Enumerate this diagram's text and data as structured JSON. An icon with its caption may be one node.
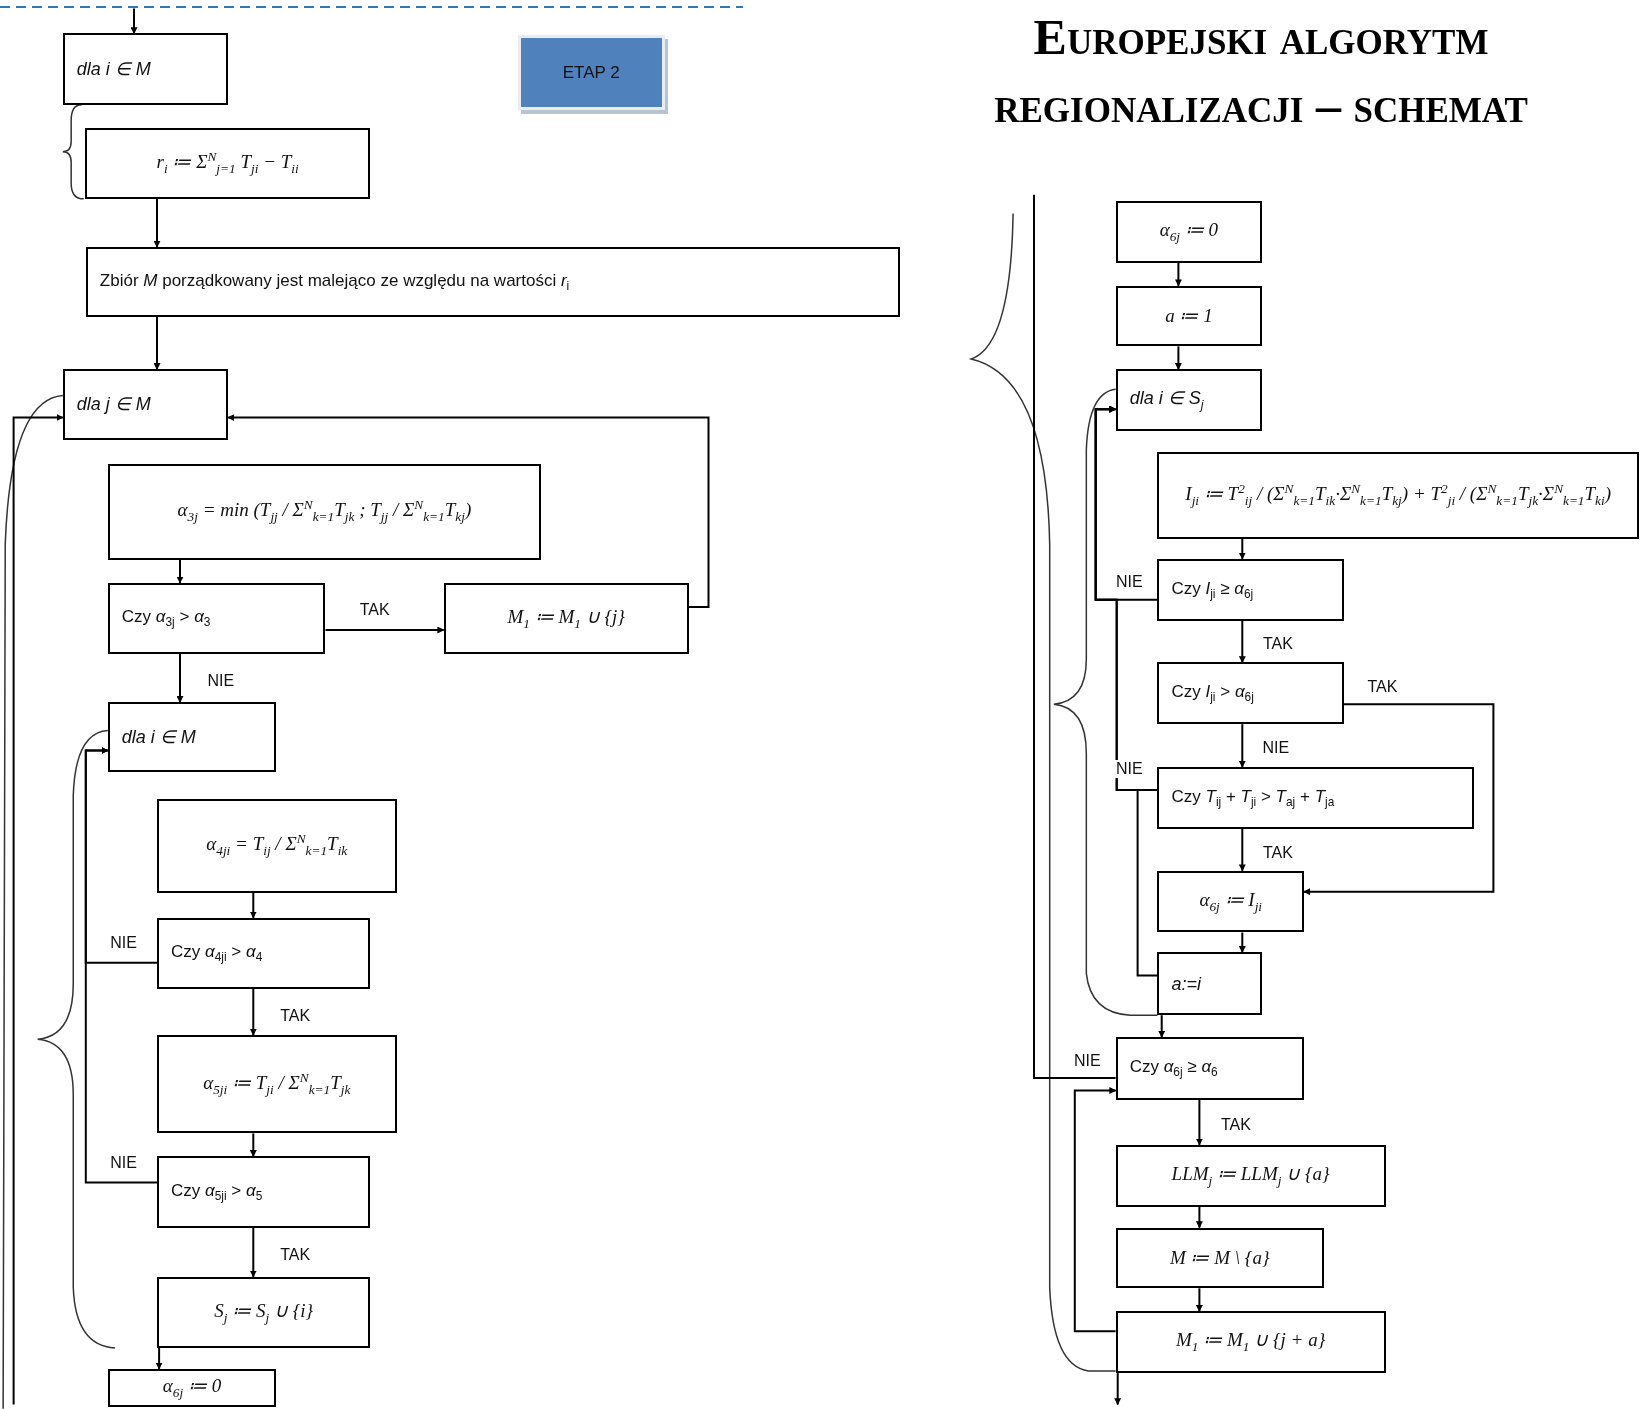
{
  "diagram": {
    "title": "Europejski algorytm regionalizacji – schemat",
    "nodes": [
      {
        "text": [
          "dla i ∈ M"
        ]
      },
      {
        "text": [
          "r$_{i}$ ≔ Σ$^{N}$$_{j=1}$ T$_{ji}$ − T$_{ii}$"
        ]
      },
      {
        "text": [
          "Zbiór *M* porządkowany jest malejąco ze względu na wartości *r*$_{i}$"
        ]
      },
      {
        "text": [
          "dla j ∈ M"
        ]
      },
      {
        "text": [
          "α$_{3j}$ = min (T$_{jj}$ / Σ$^{N}$$_{k=1}$T$_{jk}$ ; T$_{jj}$ / Σ$^{N}$$_{k=1}$T$_{kj}$)"
        ]
      },
      {
        "text": [
          "Czy *α*$_{3j}$ > *α*$_{3}$"
        ]
      },
      {
        "text": [
          "M$_{1}$ ≔ M$_{1}$ ∪ {j}"
        ]
      },
      {
        "text": [
          "dla i ∈ M"
        ]
      },
      {
        "text": [
          "α$_{4ji}$ = T$_{ij}$ / Σ$^{N}$$_{k=1}$T$_{ik}$"
        ]
      },
      {
        "text": [
          "Czy *α*$_{4ji}$ > *α*$_{4}$"
        ]
      },
      {
        "text": [
          "α$_{5ji}$ ≔ T$_{ji}$ / Σ$^{N}$$_{k=1}$T$_{jk}$"
        ]
      },
      {
        "text": [
          "Czy *α*$_{5ji}$ > *α*$_{5}$"
        ]
      },
      {
        "text": [
          "S$_{j}$ ≔ S$_{j}$ ∪ {i}"
        ]
      },
      {
        "text": [
          "α$_{6j}$ ≔ 0"
        ]
      },
      {
        "text": [
          "ETAP 2"
        ]
      },
      {
        "text": [
          "α$_{6j}$ ≔ 0"
        ]
      },
      {
        "text": [
          "a ≔ 1"
        ]
      },
      {
        "text": [
          "dla i ∈ S$_{j}$"
        ]
      },
      {
        "text": [
          "I$_{ji}$ ≔ T$^{2}$$_{ij}$ / (Σ$^{N}$$_{k=1}$T$_{ik}$·Σ$^{N}$$_{k=1}$T$_{kj}$) + T$^{2}$$_{ji}$ / (Σ$^{N}$$_{k=1}$T$_{jk}$·Σ$^{N}$$_{k=1}$T$_{ki}$)"
        ]
      },
      {
        "text": [
          "Czy *I*$_{ji}$ ≥ *α*$_{6j}$"
        ]
      },
      {
        "text": [
          "Czy *I*$_{ji}$ > *α*$_{6j}$"
        ]
      },
      {
        "text": [
          "Czy *T*$_{ij}$ + *T*$_{ji}$ > *T*$_{aj}$ + *T*$_{ja}$"
        ]
      },
      {
        "text": [
          "α$_{6j}$ ≔ I$_{ji}$"
        ]
      },
      {
        "text": [
          "a:=i"
        ]
      },
      {
        "text": [
          "Czy *α*$_{6j}$ ≥ *α*$_{6}$"
        ]
      },
      {
        "text": [
          "LLM$_{j}$ ≔ LLM$_{j}$ ∪ {a}"
        ]
      },
      {
        "text": [
          "M ≔ M \\ {a}"
        ]
      },
      {
        "text": [
          "M$_{1}$ ≔ M$_{1}$ ∪ {j + a}"
        ]
      }
    ],
    "edges": [
      {
        "from": null,
        "to": 0,
        "arrow": "to"
      },
      {
        "from": 1,
        "to": 2,
        "arrow": "to"
      },
      {
        "from": 2,
        "to": 3,
        "arrow": "to"
      },
      {
        "from": 4,
        "to": 5,
        "arrow": "to"
      },
      {
        "from": 5,
        "to": 6,
        "arrow": "to",
        "label": "TAK"
      },
      {
        "from": 5,
        "to": 7,
        "arrow": "to",
        "label": "NIE"
      },
      {
        "from": 6,
        "to": 3,
        "arrow": "to"
      },
      {
        "from": 8,
        "to": 9,
        "arrow": "to"
      },
      {
        "from": 9,
        "to": 10,
        "arrow": "to",
        "label": "TAK"
      },
      {
        "from": 10,
        "to": 11,
        "arrow": "to"
      },
      {
        "from": 11,
        "to": 12,
        "arrow": "to",
        "label": "TAK"
      },
      {
        "from": 9,
        "to": 7,
        "arrow": "to",
        "label": "NIE"
      },
      {
        "from": 11,
        "to": 7,
        "arrow": "to",
        "label": "NIE"
      },
      {
        "from": 12,
        "to": 13,
        "arrow": "to"
      },
      {
        "from": null,
        "to": 3,
        "arrow": "to"
      },
      {
        "from": 15,
        "to": 16,
        "arrow": "to"
      },
      {
        "from": 16,
        "to": 17,
        "arrow": "to"
      },
      {
        "from": 18,
        "to": 19,
        "arrow": "to"
      },
      {
        "from": 19,
        "to": 20,
        "arrow": "to",
        "label": "TAK"
      },
      {
        "from": 20,
        "to": 21,
        "arrow": "to",
        "label": "NIE"
      },
      {
        "from": 20,
        "to": 22,
        "arrow": "to",
        "label": "TAK"
      },
      {
        "from": 21,
        "to": 22,
        "arrow": "to",
        "label": "TAK"
      },
      {
        "from": 22,
        "to": 23,
        "arrow": "to"
      },
      {
        "from": 19,
        "to": 17,
        "arrow": "to",
        "label": "NIE"
      },
      {
        "from": 21,
        "to": 17,
        "arrow": "to",
        "label": "NIE"
      },
      {
        "from": 23,
        "to": 17,
        "arrow": "to"
      },
      {
        "from": 23,
        "to": 24,
        "arrow": "to"
      },
      {
        "from": 24,
        "to": 25,
        "arrow": "to",
        "label": "TAK"
      },
      {
        "from": 25,
        "to": 26,
        "arrow": "to"
      },
      {
        "from": 26,
        "to": 27,
        "arrow": "to"
      },
      {
        "from": 27,
        "to": null,
        "arrow": "to"
      },
      {
        "from": 24,
        "to": null,
        "arrow": "none",
        "label": "NIE"
      },
      {
        "from": 27,
        "to": 24,
        "arrow": "to"
      }
    ]
  }
}
